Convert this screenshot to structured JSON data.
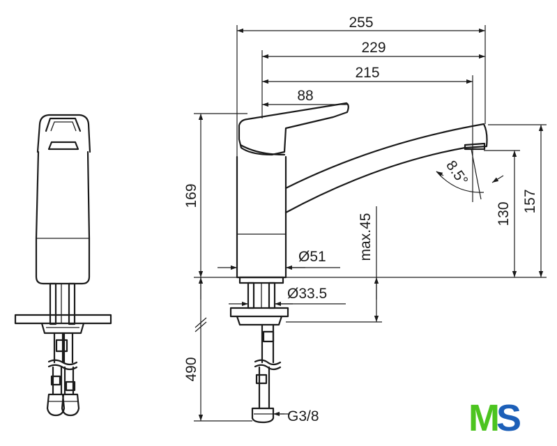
{
  "dimensions": {
    "overall_length": "255",
    "spout_length": "229",
    "outlet_length": "215",
    "lever_length": "88",
    "body_height": "169",
    "spout_angle": "8.5°",
    "outlet_height": "130",
    "total_height": "157",
    "body_diameter": "Ø51",
    "max_deck_thickness": "max.45",
    "shank_diameter": "Ø33.5",
    "hose_length": "490",
    "connection_thread": "G3/8"
  },
  "logo": {
    "text": "MS",
    "colors": {
      "m": "#4cc41f",
      "s": "#1c5fb8"
    }
  }
}
